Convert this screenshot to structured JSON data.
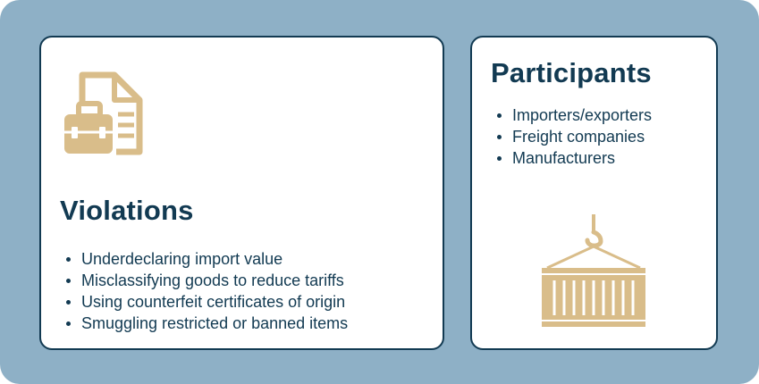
{
  "colors": {
    "background": "#8eb0c6",
    "card": "#ffffff",
    "border": "#123a52",
    "text": "#123a52",
    "icon": "#d9bd8a"
  },
  "violations": {
    "title": "Violations",
    "icon": "document-briefcase-icon",
    "items": [
      "Underdeclaring import value",
      "Misclassifying goods to reduce tariffs",
      "Using counterfeit certificates of origin",
      "Smuggling restricted or banned items"
    ]
  },
  "participants": {
    "title": "Participants",
    "icon": "shipping-container-crane-icon",
    "items": [
      "Importers/exporters",
      "Freight companies",
      "Manufacturers"
    ]
  }
}
